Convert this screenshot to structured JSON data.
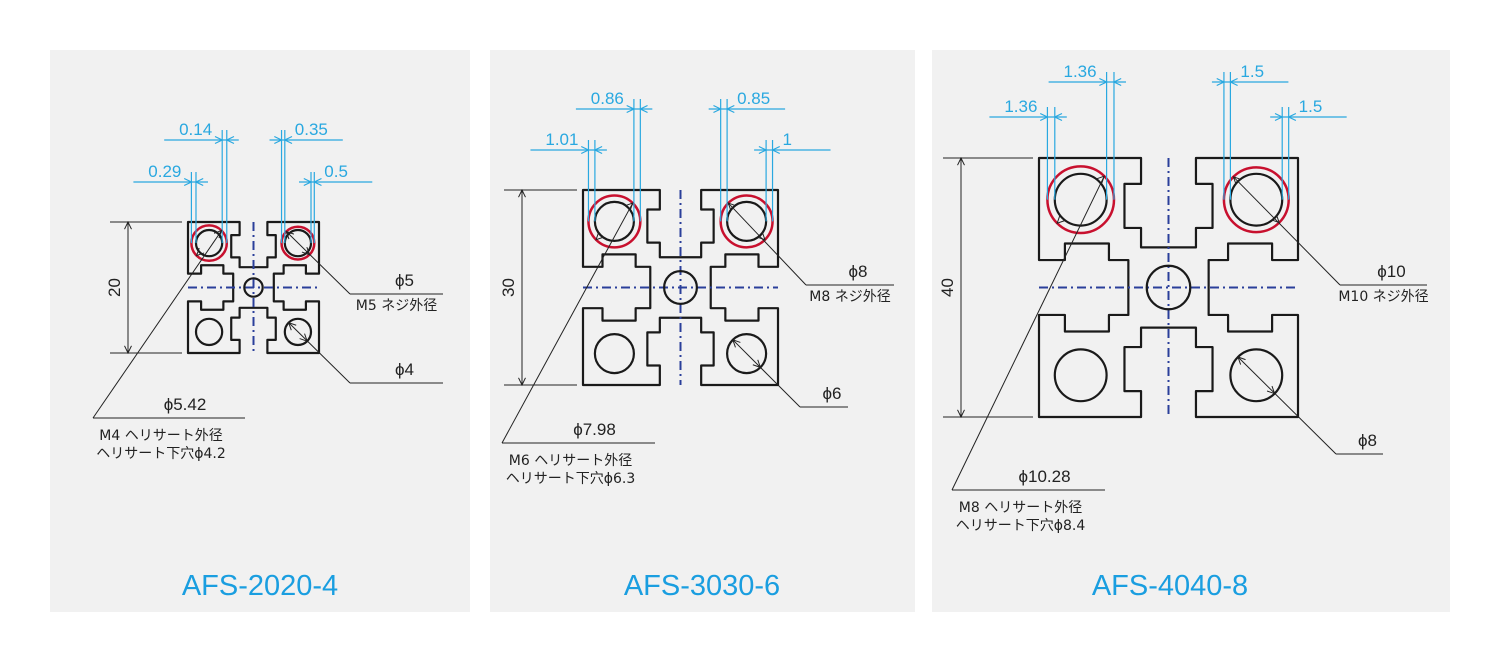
{
  "colors": {
    "dimension": "#29a8e0",
    "centerline": "#2a3f9a",
    "insert_circle": "#c8102e",
    "title": "#1a9ee0"
  },
  "panels": [
    {
      "title": "AFS-2020-4",
      "height": "20",
      "dims": [
        "0.29",
        "0.14",
        "0.35",
        "0.5"
      ],
      "thread": {
        "dia": "ϕ5",
        "note": "M5 ネジ外径"
      },
      "hole": {
        "dia": "ϕ4"
      },
      "insert": {
        "dia": "ϕ5.42",
        "note1": "M4 ヘリサート外径",
        "note2": "ヘリサート下穴ϕ4.2"
      }
    },
    {
      "title": "AFS-3030-6",
      "height": "30",
      "dims": [
        "1.01",
        "0.86",
        "0.85",
        "1"
      ],
      "thread": {
        "dia": "ϕ8",
        "note": "M8 ネジ外径"
      },
      "hole": {
        "dia": "ϕ6"
      },
      "insert": {
        "dia": "ϕ7.98",
        "note1": "M6 ヘリサート外径",
        "note2": "ヘリサート下穴ϕ6.3"
      }
    },
    {
      "title": "AFS-4040-8",
      "height": "40",
      "dims": [
        "1.36",
        "1.36",
        "1.5",
        "1.5"
      ],
      "thread": {
        "dia": "ϕ10",
        "note": "M10 ネジ外径"
      },
      "hole": {
        "dia": "ϕ8"
      },
      "insert": {
        "dia": "ϕ10.28",
        "note1": "M8 ヘリサート外径",
        "note2": "ヘリサート下穴ϕ8.4"
      }
    }
  ]
}
